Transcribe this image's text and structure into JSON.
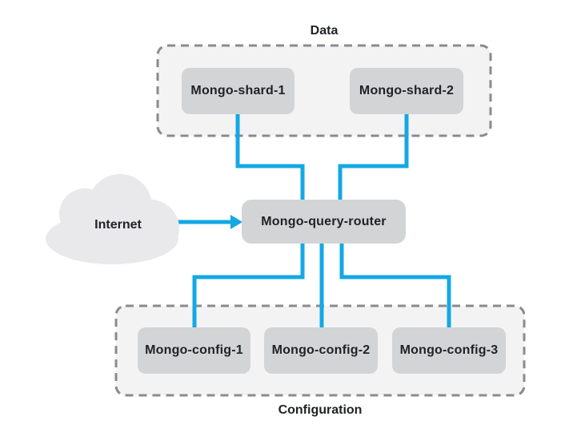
{
  "diagram_type": "mongodb-sharded-cluster-architecture",
  "groups": {
    "data": {
      "label": "Data",
      "members": [
        "Mongo-shard-1",
        "Mongo-shard-2"
      ]
    },
    "configuration": {
      "label": "Configuration",
      "members": [
        "Mongo-config-1",
        "Mongo-config-2",
        "Mongo-config-3"
      ]
    }
  },
  "nodes": {
    "internet": {
      "label": "Internet",
      "shape": "cloud"
    },
    "shard1": {
      "label": "Mongo-shard-1"
    },
    "shard2": {
      "label": "Mongo-shard-2"
    },
    "router": {
      "label": "Mongo-query-router"
    },
    "config1": {
      "label": "Mongo-config-1"
    },
    "config2": {
      "label": "Mongo-config-2"
    },
    "config3": {
      "label": "Mongo-config-3"
    }
  },
  "edges": [
    {
      "from": "Internet",
      "to": "Mongo-query-router",
      "style": "arrow"
    },
    {
      "from": "Mongo-shard-1",
      "to": "Mongo-query-router",
      "style": "line"
    },
    {
      "from": "Mongo-shard-2",
      "to": "Mongo-query-router",
      "style": "line"
    },
    {
      "from": "Mongo-query-router",
      "to": "Mongo-config-1",
      "style": "line"
    },
    {
      "from": "Mongo-query-router",
      "to": "Mongo-config-2",
      "style": "line"
    },
    {
      "from": "Mongo-query-router",
      "to": "Mongo-config-3",
      "style": "line"
    }
  ],
  "colors": {
    "connector": "#14a8e4",
    "node_fill": "#d3d4d6",
    "group_fill": "#f3f3f4",
    "group_border": "#8a8b8f",
    "cloud_fill": "#e9e9eb",
    "text": "#1f2124",
    "bg": "#ffffff"
  }
}
